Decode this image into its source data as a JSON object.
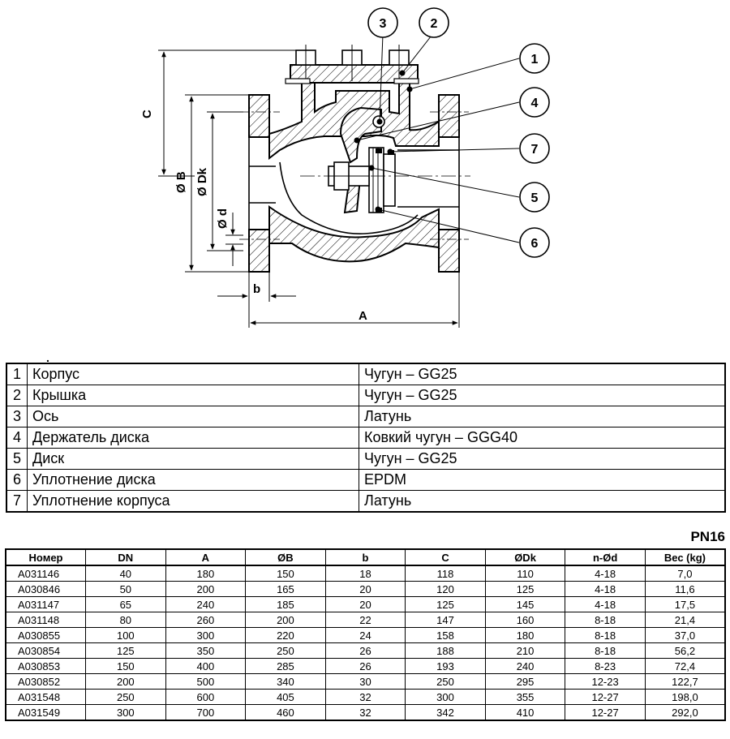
{
  "drawing": {
    "dimension_labels": {
      "A": "A",
      "b": "b",
      "C": "C",
      "B": "Ø B",
      "Dk": "Ø Dk",
      "d": "Ø d"
    },
    "callouts": [
      "1",
      "2",
      "3",
      "4",
      "5",
      "6",
      "7"
    ]
  },
  "dot_mark": ".",
  "parts": [
    {
      "num": "1",
      "name": "Корпус",
      "material": "Чугун – GG25"
    },
    {
      "num": "2",
      "name": "Крышка",
      "material": "Чугун – GG25"
    },
    {
      "num": "3",
      "name": "Ось",
      "material": "Латунь"
    },
    {
      "num": "4",
      "name": "Держатель диска",
      "material": "Ковкий чугун – GGG40"
    },
    {
      "num": "5",
      "name": "Диск",
      "material": "Чугун – GG25"
    },
    {
      "num": "6",
      "name": "Уплотнение диска",
      "material": "EPDM"
    },
    {
      "num": "7",
      "name": "Уплотнение корпуса",
      "material": "Латунь"
    }
  ],
  "pressure_label": "PN16",
  "dims_table": {
    "headers": [
      "Номер",
      "DN",
      "A",
      "ØB",
      "b",
      "C",
      "ØDk",
      "n-Ød",
      "Вес (kg)"
    ],
    "rows": [
      [
        "A031146",
        "40",
        "180",
        "150",
        "18",
        "118",
        "110",
        "4-18",
        "7,0"
      ],
      [
        "A030846",
        "50",
        "200",
        "165",
        "20",
        "120",
        "125",
        "4-18",
        "11,6"
      ],
      [
        "A031147",
        "65",
        "240",
        "185",
        "20",
        "125",
        "145",
        "4-18",
        "17,5"
      ],
      [
        "A031148",
        "80",
        "260",
        "200",
        "22",
        "147",
        "160",
        "8-18",
        "21,4"
      ],
      [
        "A030855",
        "100",
        "300",
        "220",
        "24",
        "158",
        "180",
        "8-18",
        "37,0"
      ],
      [
        "A030854",
        "125",
        "350",
        "250",
        "26",
        "188",
        "210",
        "8-18",
        "56,2"
      ],
      [
        "A030853",
        "150",
        "400",
        "285",
        "26",
        "193",
        "240",
        "8-23",
        "72,4"
      ],
      [
        "A030852",
        "200",
        "500",
        "340",
        "30",
        "250",
        "295",
        "12-23",
        "122,7"
      ],
      [
        "A031548",
        "250",
        "600",
        "405",
        "32",
        "300",
        "355",
        "12-27",
        "198,0"
      ],
      [
        "A031549",
        "300",
        "700",
        "460",
        "32",
        "342",
        "410",
        "12-27",
        "292,0"
      ]
    ]
  }
}
